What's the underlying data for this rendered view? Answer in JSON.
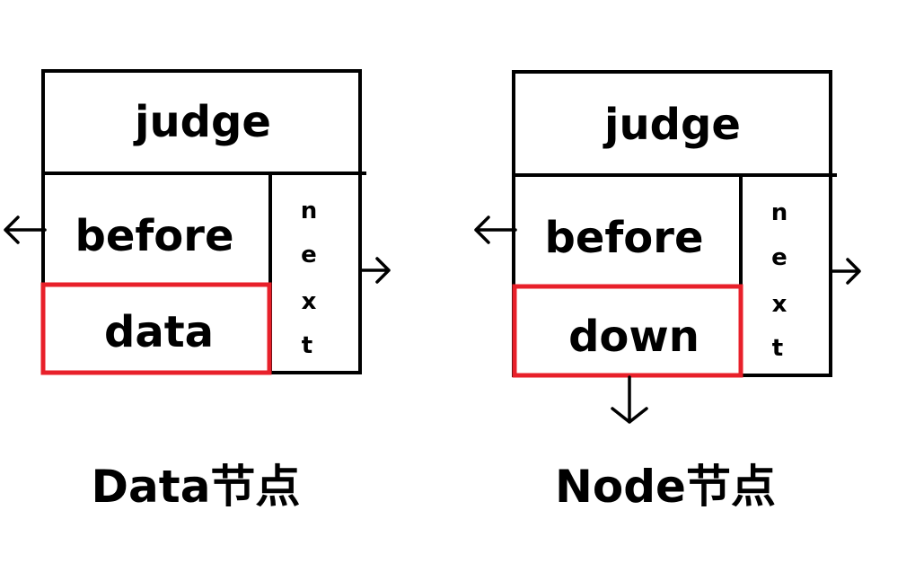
{
  "nodes": [
    {
      "caption": "Data节点",
      "judge": "judge",
      "before": "before",
      "payload": "data",
      "next_letters": [
        "n",
        "e",
        "x",
        "t"
      ]
    },
    {
      "caption": "Node节点",
      "judge": "judge",
      "before": "before",
      "payload": "down",
      "next_letters": [
        "n",
        "e",
        "x",
        "t"
      ]
    }
  ],
  "colors": {
    "outline": "#000000",
    "highlight": "#e8202a",
    "background": "#ffffff"
  }
}
